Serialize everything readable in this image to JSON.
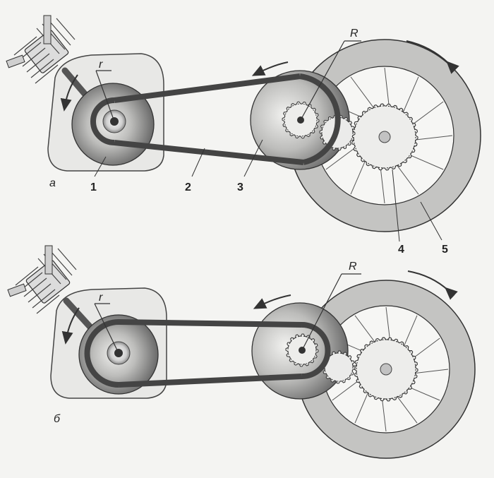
{
  "colors": {
    "paper": "#f4f4f2",
    "ink": "#333333",
    "belt": "#4a4a4a",
    "wheel_rim": "#bdbdbd",
    "wheel_inner": "#f6f6f4",
    "pulley_dark": "#6e6e6e",
    "pulley_light": "#dcdcdc",
    "gear": "#eeeeee",
    "housing": "#e6e6e4"
  },
  "icons": [
    "engine-cylinder-icon",
    "direction-arrow-icon"
  ],
  "diagrams": [
    {
      "id": "a",
      "variant_label": "а",
      "small_radius_label": "r",
      "large_radius_label": "R",
      "part_labels": [
        "1",
        "2",
        "3",
        "4",
        "5"
      ]
    },
    {
      "id": "b",
      "variant_label": "б",
      "small_radius_label": "r",
      "large_radius_label": "R"
    }
  ]
}
